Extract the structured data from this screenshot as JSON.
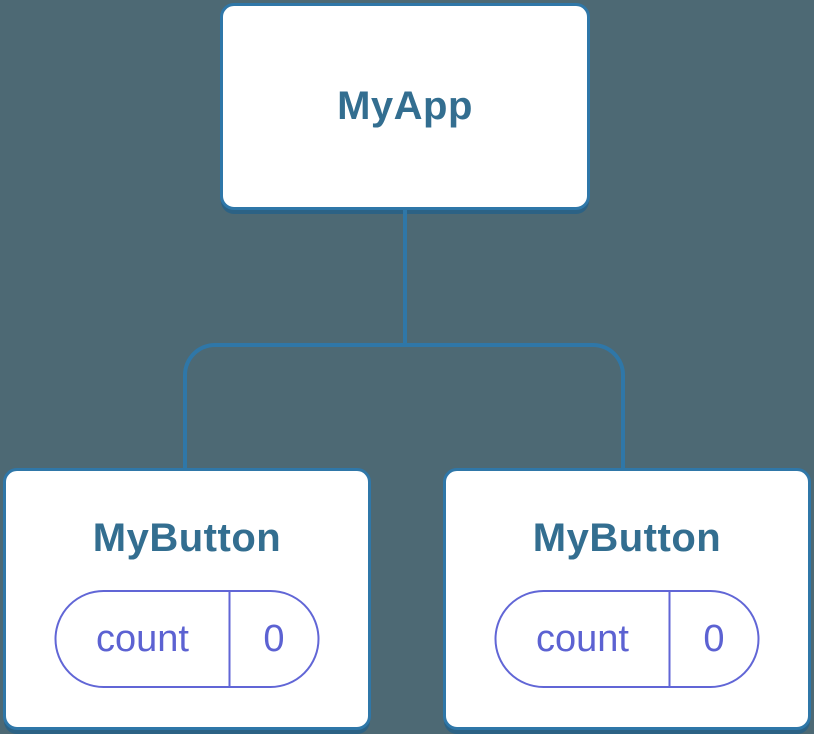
{
  "tree": {
    "root": {
      "label": "MyApp"
    },
    "children": [
      {
        "label": "MyButton",
        "state": {
          "name": "count",
          "value": "0"
        }
      },
      {
        "label": "MyButton",
        "state": {
          "name": "count",
          "value": "0"
        }
      }
    ]
  },
  "colors": {
    "background": "#4d6974",
    "connector": "#2f77a8",
    "node_fill": "#ffffff",
    "node_border": "#2f77a8",
    "node_shadow": "#2c6285",
    "node_label_text": "#336e90",
    "state_accent": "#6166d6",
    "state_text": "#5c62d2"
  }
}
